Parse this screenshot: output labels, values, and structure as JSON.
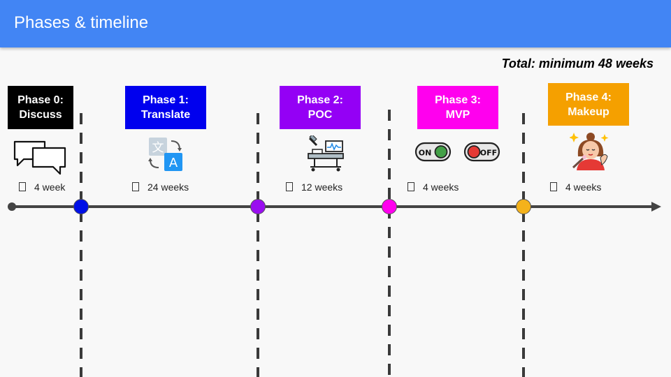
{
  "header": {
    "title": "Phases & timeline"
  },
  "total": "Total: minimum 48 weeks",
  "phases": [
    {
      "line1": "Phase 0:",
      "line2": "Discuss",
      "color": "#000000",
      "duration": "4 week",
      "icon": "speech-bubbles-icon"
    },
    {
      "line1": "Phase 1:",
      "line2": "Translate",
      "color": "#0000ee",
      "duration": "24 weeks",
      "icon": "translate-icon"
    },
    {
      "line1": "Phase 2:",
      "line2": "POC",
      "color": "#9400f5",
      "duration": "12 weeks",
      "icon": "hospital-bed-icon"
    },
    {
      "line1": "Phase 3:",
      "line2": "MVP",
      "color": "#ff00ee",
      "duration": "4 weeks",
      "icon": "on-off-switch-icon"
    },
    {
      "line1": "Phase 4:",
      "line2": "Makeup",
      "color": "#f5a000",
      "duration": "4 weeks",
      "icon": "makeup-woman-icon"
    }
  ],
  "milestone_colors": [
    "#0010e6",
    "#9a0ef0",
    "#ff00ee",
    "#f4b21b"
  ],
  "timeline_color": "#444444"
}
